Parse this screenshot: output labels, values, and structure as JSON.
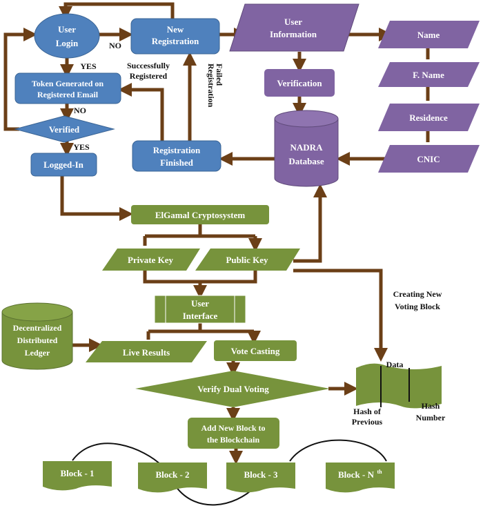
{
  "colors": {
    "blue": "#4f81bd",
    "purple": "#8064a2",
    "green": "#77933c",
    "arrow": "#6b3f17"
  },
  "nodes": {
    "user_login": [
      "User",
      "Login"
    ],
    "new_registration": [
      "New",
      "Registration"
    ],
    "user_information": [
      "User",
      "Information"
    ],
    "name": "Name",
    "f_name": "F. Name",
    "residence": "Residence",
    "cnic": "CNIC",
    "verification": "Verification",
    "nadra": [
      "NADRA",
      "Database"
    ],
    "token": [
      "Token Generated on",
      "Registered Email"
    ],
    "verified": "Verified",
    "logged_in": "Logged-In",
    "registration_finished": [
      "Registration",
      "Finished"
    ],
    "elgamal": "ElGamal Cryptosystem",
    "private_key": "Private Key",
    "public_key": "Public Key",
    "user_interface": [
      "User",
      "Interface"
    ],
    "ledger": [
      "Decentralized",
      "Distributed",
      "Ledger"
    ],
    "live_results": "Live Results",
    "vote_casting": "Vote Casting",
    "verify_dual": "Verify Dual Voting",
    "add_block": [
      "Add New Block to",
      "the Blockchain"
    ],
    "blocks": [
      "Block - 1",
      "Block - 2",
      "Block - 3",
      "Block - N"
    ],
    "block_n_sup": "th"
  },
  "labels": {
    "no1": "NO",
    "yes1": "YES",
    "no2": "NO",
    "yes2": "YES",
    "success": [
      "Successfully",
      "Registered"
    ],
    "failed": [
      "Registration",
      "Failed"
    ],
    "creating": [
      "Creating New",
      "Voting Block"
    ],
    "data": "Data",
    "hash_prev": [
      "Hash of",
      "Previous"
    ],
    "hash_num": [
      "Hash",
      "Number"
    ]
  }
}
